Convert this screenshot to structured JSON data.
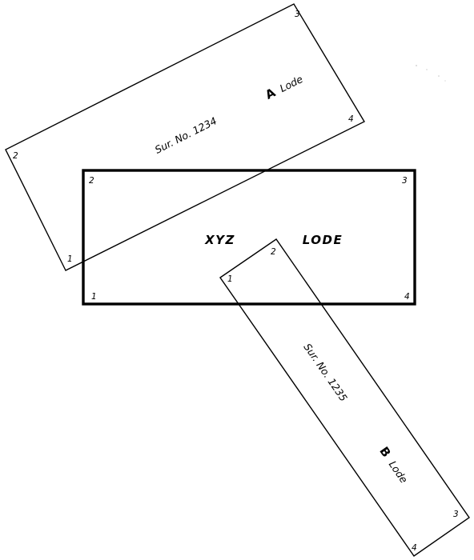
{
  "claims": {
    "xyz_lode": {
      "name_first": "XYZ",
      "name_second": "LODE",
      "corners": [
        "1",
        "2",
        "3",
        "4"
      ]
    },
    "survey_1234": {
      "survey_label": "Sur. No. 1234",
      "lode_letter": "A",
      "lode_word": "Lode",
      "corners": [
        "1",
        "2",
        "3",
        "4"
      ]
    },
    "survey_1235": {
      "survey_label": "Sur. No. 1235",
      "lode_letter": "B",
      "lode_word": "Lode",
      "corners": [
        "1",
        "2",
        "3",
        "4"
      ]
    }
  }
}
